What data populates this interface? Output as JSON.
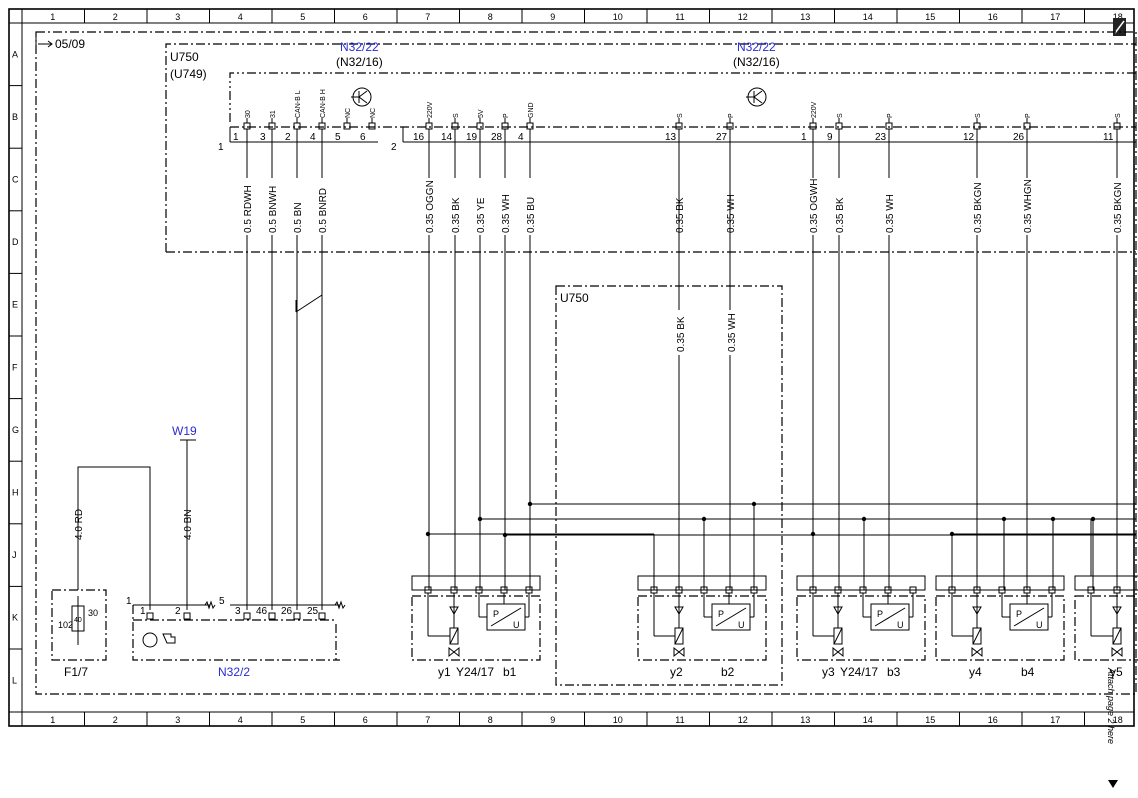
{
  "grid": {
    "columns": [
      "1",
      "2",
      "3",
      "4",
      "5",
      "6",
      "7",
      "8",
      "9",
      "10",
      "11",
      "12",
      "13",
      "14",
      "15",
      "16",
      "17",
      "18"
    ],
    "rows": [
      "A",
      "B",
      "C",
      "D",
      "E",
      "F",
      "G",
      "H",
      "J",
      "K",
      "L"
    ]
  },
  "ref_top": "05/09",
  "components": {
    "u750_top": "U750",
    "u749": "(U749)",
    "n32_22_left": "N32/22",
    "n32_16_left": "(N32/16)",
    "n32_22_right": "N32/22",
    "n32_16_right": "(N32/16)",
    "u750_inner": "U750",
    "w19": "W19",
    "f1_7": "F1/7",
    "n32_2": "N32/2"
  },
  "connectors": {
    "c1": "1",
    "c2": "2",
    "c1_bottom": "1",
    "c5_bottom": "5"
  },
  "pins_top": [
    {
      "label": "30",
      "num": "1",
      "wire": "0.5 RDWH"
    },
    {
      "label": "31",
      "num": "3",
      "wire": "0.5 BNWH"
    },
    {
      "label": "CAN-B L",
      "num": "2",
      "wire": "0.5 BN"
    },
    {
      "label": "CAN-B H",
      "num": "4",
      "wire": "0.5 BNRD"
    },
    {
      "label": "NC",
      "num": "5",
      "wire": ""
    },
    {
      "label": "NC",
      "num": "6",
      "wire": ""
    },
    {
      "label": "220V",
      "num": "16",
      "wire": "0.35 OGGN"
    },
    {
      "label": "S",
      "num": "14",
      "wire": "0.35 BK"
    },
    {
      "label": "5V",
      "num": "19",
      "wire": "0.35 YE"
    },
    {
      "label": "P",
      "num": "28",
      "wire": "0.35 WH"
    },
    {
      "label": "GND",
      "num": "4",
      "wire": "0.35 BU"
    },
    {
      "label": "S",
      "num": "13",
      "wire": "0.35 BK"
    },
    {
      "label": "P",
      "num": "27",
      "wire": "0.35 WH"
    },
    {
      "label": "220V",
      "num": "1",
      "wire": "0.35 OGWH"
    },
    {
      "label": "S",
      "num": "9",
      "wire": "0.35 BK"
    },
    {
      "label": "P",
      "num": "23",
      "wire": "0.35 WH"
    },
    {
      "label": "S",
      "num": "12",
      "wire": "0.35 BKGN"
    },
    {
      "label": "P",
      "num": "26",
      "wire": "0.35 WHGN"
    },
    {
      "label": "S",
      "num": "11",
      "wire": "0.35 BKGN"
    }
  ],
  "lower_wires": {
    "bk_u750": "0.35 BK",
    "wh_u750": "0.35 WH",
    "rd": "4.0 RD",
    "bn": "4.0 BN"
  },
  "n32_2_pins": [
    "1",
    "2",
    "3",
    "46",
    "26",
    "25"
  ],
  "fuse": {
    "a": "102",
    "b": "40",
    "c": "30"
  },
  "modules": [
    {
      "y": "y1",
      "mid": "Y24/17",
      "b": "b1"
    },
    {
      "y": "y2",
      "mid": "",
      "b": "b2"
    },
    {
      "y": "y3",
      "mid": "Y24/17",
      "b": "b3"
    },
    {
      "y": "y4",
      "mid": "",
      "b": "b4"
    }
  ],
  "sensor_text": {
    "p": "P",
    "u": "U"
  },
  "y5_partial": "y5",
  "continue_note": "Attach page 2 here"
}
